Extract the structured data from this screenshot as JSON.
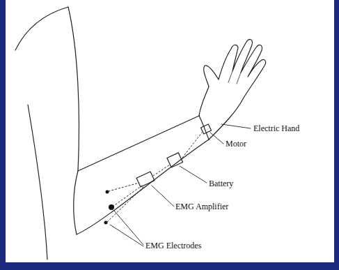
{
  "diagram": {
    "labels": [
      "Electric Hand",
      "Motor",
      "Battery",
      "EMG Amplifier",
      "EMG Electrodes"
    ]
  }
}
